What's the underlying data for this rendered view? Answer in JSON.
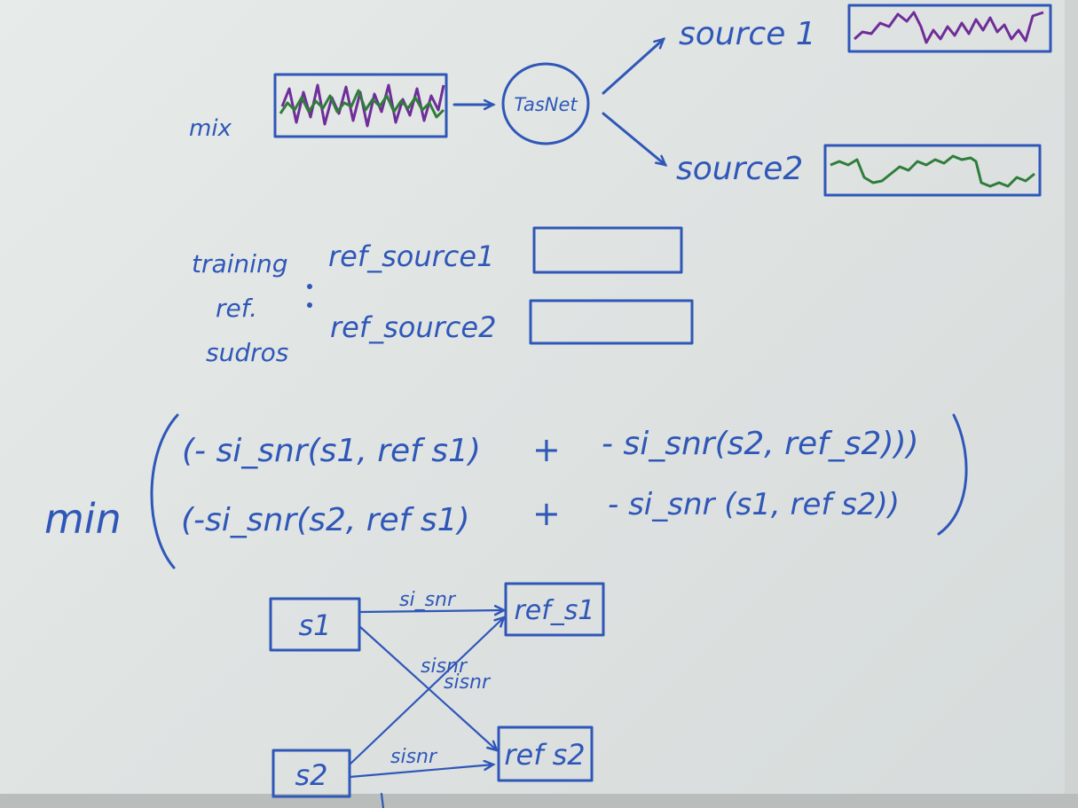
{
  "diagram": {
    "top": {
      "mix_label": "mix",
      "model_label": "TasNet",
      "source1_label": "source 1",
      "source2_label": "source2"
    },
    "training": {
      "left_text_line1": "training",
      "left_text_line2": "ref.",
      "left_text_line3": "sudros",
      "ref_source1_label": "ref_source1",
      "ref_source2_label": "ref_source2"
    },
    "formula": {
      "min_label": "min",
      "line1_a": "(- si_snr(s1, ref s1)",
      "line1_plus": "+",
      "line1_b": "- si_snr(s2, ref_s2)))",
      "line2_a": "(-si_snr(s2, ref s1)",
      "line2_plus": "+",
      "line2_b": "- si_snr (s1, ref s2))"
    },
    "pairing": {
      "s1_label": "s1",
      "s2_label": "s2",
      "ref_s1_label": "ref_s1",
      "ref_s2_label": "ref s2",
      "top_edge_label": "si_snr",
      "cross_label_1": "sisnr",
      "cross_label_2": "sisnr",
      "bottom_edge_label": "sisnr"
    },
    "colors": {
      "ink": "#2f57b8",
      "waveform_purple": "#6f2d99",
      "waveform_green": "#2f7d3a"
    }
  }
}
